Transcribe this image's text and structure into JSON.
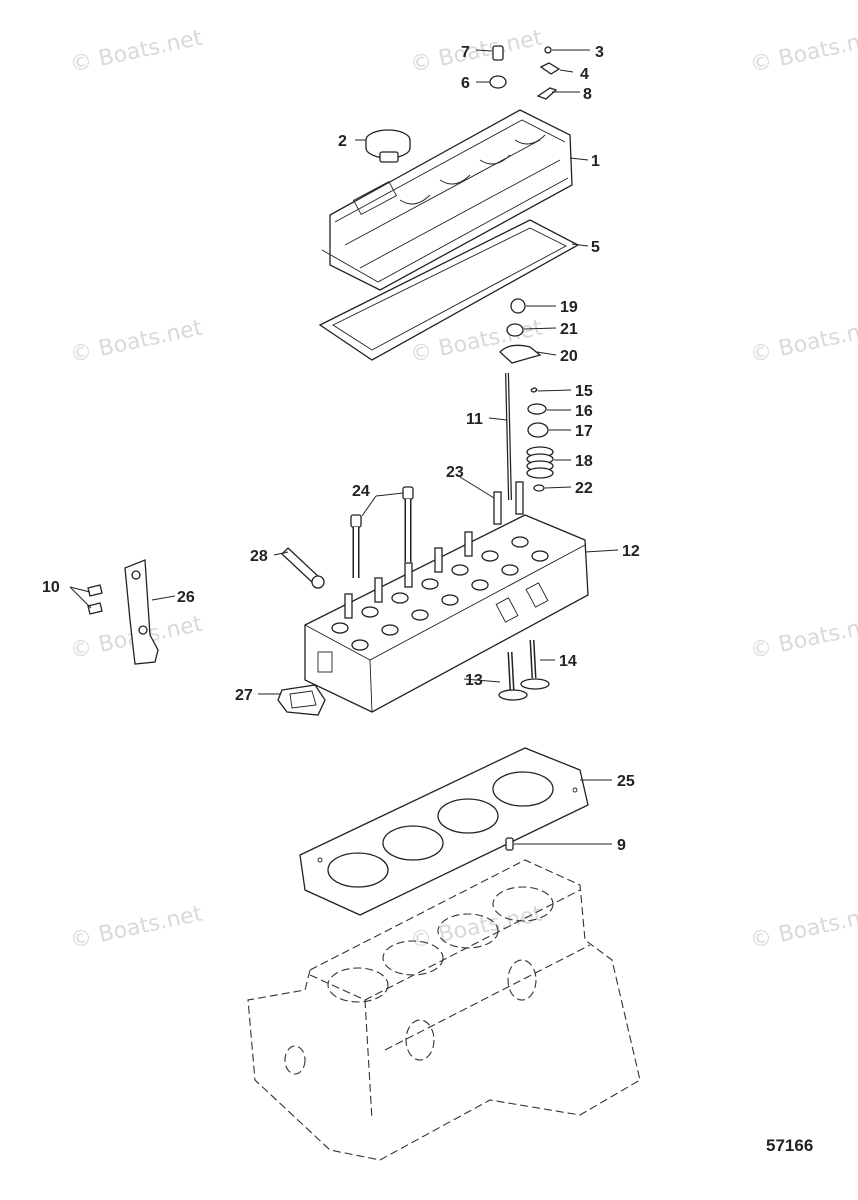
{
  "watermark": "© Boats.net",
  "document_number": "57166",
  "callouts": [
    {
      "num": "1"
    },
    {
      "num": "2"
    },
    {
      "num": "3"
    },
    {
      "num": "4"
    },
    {
      "num": "5"
    },
    {
      "num": "6"
    },
    {
      "num": "7"
    },
    {
      "num": "8"
    },
    {
      "num": "9"
    },
    {
      "num": "10"
    },
    {
      "num": "11"
    },
    {
      "num": "12"
    },
    {
      "num": "13"
    },
    {
      "num": "14"
    },
    {
      "num": "15"
    },
    {
      "num": "16"
    },
    {
      "num": "17"
    },
    {
      "num": "18"
    },
    {
      "num": "19"
    },
    {
      "num": "20"
    },
    {
      "num": "21"
    },
    {
      "num": "22"
    },
    {
      "num": "23"
    },
    {
      "num": "24"
    },
    {
      "num": "25"
    },
    {
      "num": "26"
    },
    {
      "num": "27"
    },
    {
      "num": "28"
    }
  ]
}
